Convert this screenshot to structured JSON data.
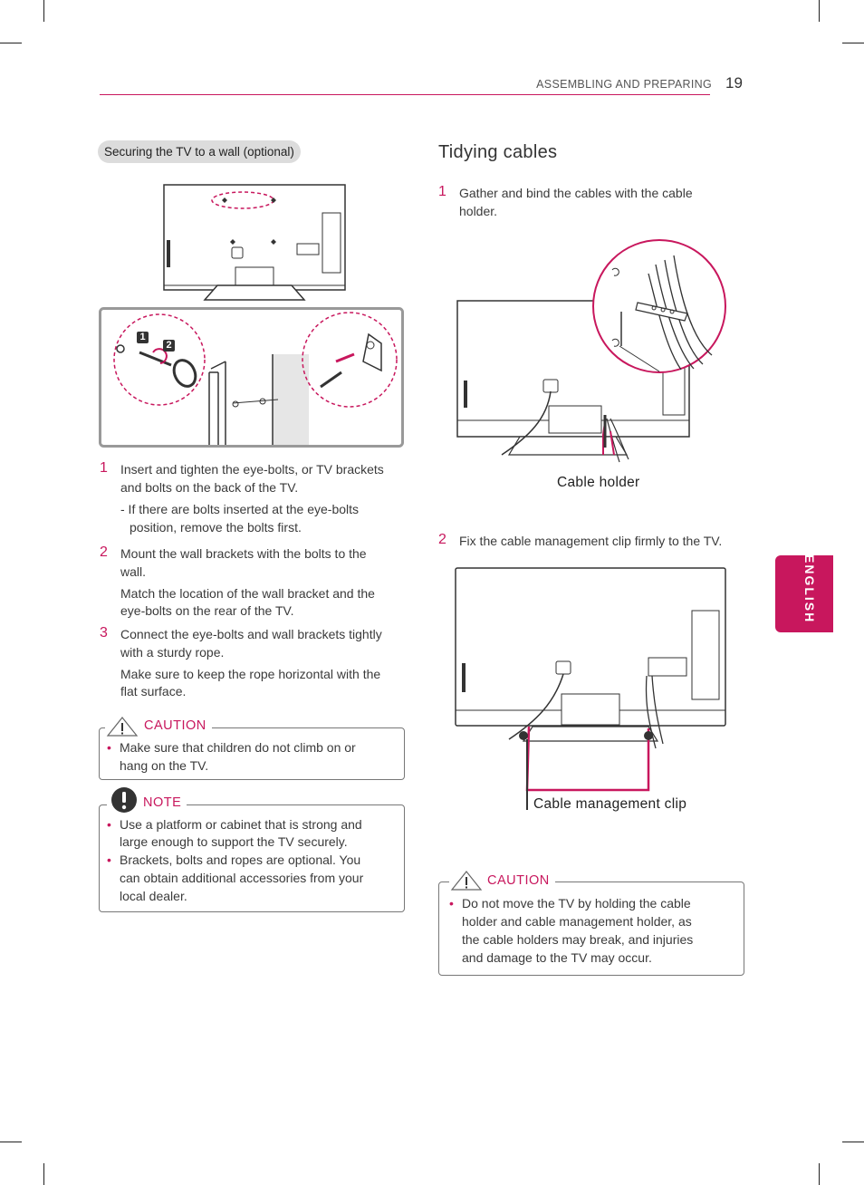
{
  "header": {
    "section": "ASSEMBLING AND PREPARING",
    "page_number": "19"
  },
  "side_tab": {
    "label": "ENGLISH"
  },
  "left": {
    "subsection_label": "Securing the TV to a wall (optional)",
    "steps": [
      {
        "num": "1",
        "lines": [
          "Insert and tighten the eye-bolts, or TV brackets",
          "and bolts on the back of the TV."
        ]
      },
      {
        "num": "2",
        "lines": [
          "Mount the wall brackets with the bolts to the",
          "wall."
        ]
      },
      {
        "num": "3",
        "lines": [
          "Connect the eye-bolts and wall brackets tightly",
          "with a sturdy rope."
        ]
      }
    ],
    "step1_sub": [
      "- If there are bolts inserted at the eye-bolts",
      "position, remove the bolts first."
    ],
    "step2_note": [
      "Match the location of the wall bracket and the",
      "eye-bolts on the rear of the TV."
    ],
    "step3_note": [
      "Make sure to keep the rope horizontal with the",
      "flat surface."
    ],
    "caution": {
      "title": "CAUTION",
      "items": [
        [
          "Make sure that children do not climb on or",
          "hang on the TV."
        ]
      ]
    },
    "note": {
      "title": "NOTE",
      "items": [
        [
          "Use a platform or cabinet that is strong and",
          "large enough to support the TV securely."
        ],
        [
          "Brackets, bolts and ropes are optional. You",
          "can obtain additional accessories from your",
          "local dealer."
        ]
      ]
    },
    "figure_badges": [
      "1",
      "2"
    ]
  },
  "right": {
    "title": "Tidying cables",
    "steps": [
      {
        "num": "1",
        "lines": [
          "Gather and bind the cables with the cable",
          "holder."
        ]
      },
      {
        "num": "2",
        "lines": [
          "Fix the cable management clip firmly to the TV."
        ]
      }
    ],
    "figure1_label": "Cable holder",
    "figure2_label": "Cable management clip",
    "caution": {
      "title": "CAUTION",
      "items": [
        [
          "Do not move the TV by holding the cable",
          "holder and cable management holder, as",
          "the cable holders may break, and injuries",
          "and damage to the TV may occur."
        ]
      ]
    }
  },
  "colors": {
    "accent": "#c8175d",
    "text": "#3a3a3a",
    "badge_fill": "#333333"
  }
}
